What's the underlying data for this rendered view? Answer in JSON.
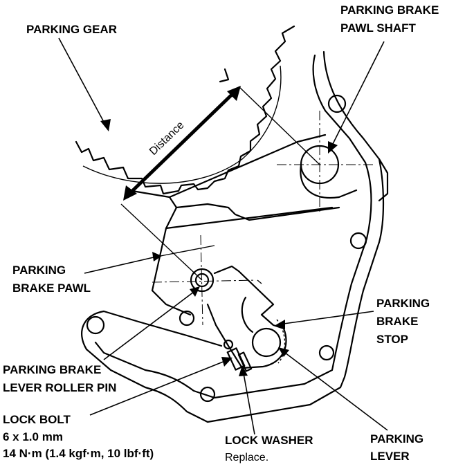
{
  "labels": {
    "parking_gear": "PARKING GEAR",
    "pawl_shaft_line1": "PARKING BRAKE",
    "pawl_shaft_line2": "PAWL SHAFT",
    "distance": "Distance",
    "pawl_line1": "PARKING",
    "pawl_line2": "BRAKE PAWL",
    "stop_line1": "PARKING",
    "stop_line2": "BRAKE",
    "stop_line3": "STOP",
    "roller_pin_line1": "PARKING BRAKE",
    "roller_pin_line2": "LEVER ROLLER PIN",
    "lock_bolt": "LOCK BOLT",
    "lock_bolt_size": "6 x 1.0 mm",
    "lock_bolt_torque": "14 N·m (1.4 kgf·m, 10 lbf·ft)",
    "lock_washer": "LOCK WASHER",
    "lock_washer_note": "Replace.",
    "lever_line1": "PARKING",
    "lever_line2": "LEVER"
  }
}
